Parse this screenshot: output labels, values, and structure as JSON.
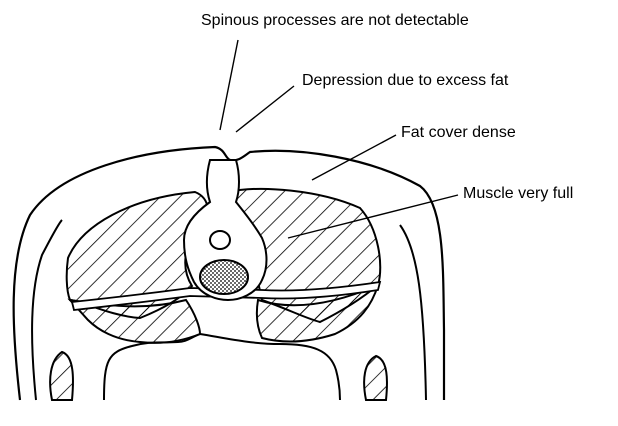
{
  "annotations": {
    "spinous": "Spinous processes are not detectable",
    "depression": "Depression due to excess fat",
    "fat_cover": "Fat cover dense",
    "muscle": "Muscle very full"
  },
  "colors": {
    "ink": "#000000",
    "background": "#ffffff"
  }
}
